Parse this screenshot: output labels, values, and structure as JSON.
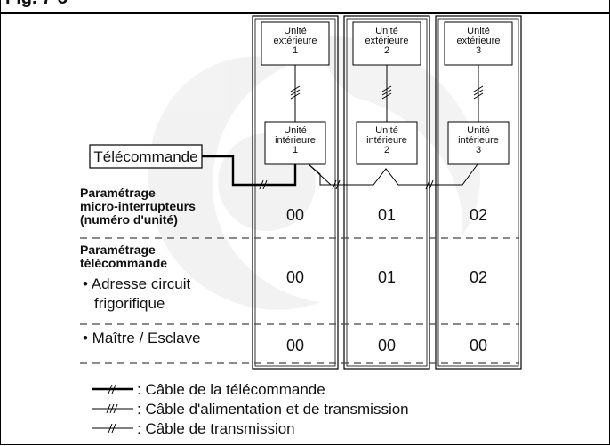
{
  "figure": {
    "title": "Fig. 7-3"
  },
  "columns": [
    {
      "outdoor": [
        "Unité",
        "extérieure",
        "1"
      ],
      "indoor": [
        "Unité",
        "intérieure",
        "1"
      ],
      "dip": "00",
      "circuit": "00",
      "master": "00"
    },
    {
      "outdoor": [
        "Unité",
        "extérieure",
        "2"
      ],
      "indoor": [
        "Unité",
        "intérieure",
        "2"
      ],
      "dip": "01",
      "circuit": "01",
      "master": "00"
    },
    {
      "outdoor": [
        "Unité",
        "extérieure",
        "3"
      ],
      "indoor": [
        "Unité",
        "intérieure",
        "3"
      ],
      "dip": "02",
      "circuit": "02",
      "master": "00"
    }
  ],
  "remote": {
    "label": "Télécommande"
  },
  "rows": {
    "dip_title": [
      "Paramétrage",
      "micro-interrupteurs",
      "(numéro d'unité)"
    ],
    "remote_title": [
      "Paramétrage",
      "télécommande"
    ],
    "circuit_label": [
      "• Adresse circuit",
      "frigorifique"
    ],
    "master_label": "• Maître / Esclave"
  },
  "legend": [
    {
      "symbol": "remote-cable",
      "text": ": Câble de la télécommande"
    },
    {
      "symbol": "power-cable",
      "text": ": Câble d'alimentation et de transmission"
    },
    {
      "symbol": "transmission-cable",
      "text": ": Câble de transmission"
    }
  ]
}
